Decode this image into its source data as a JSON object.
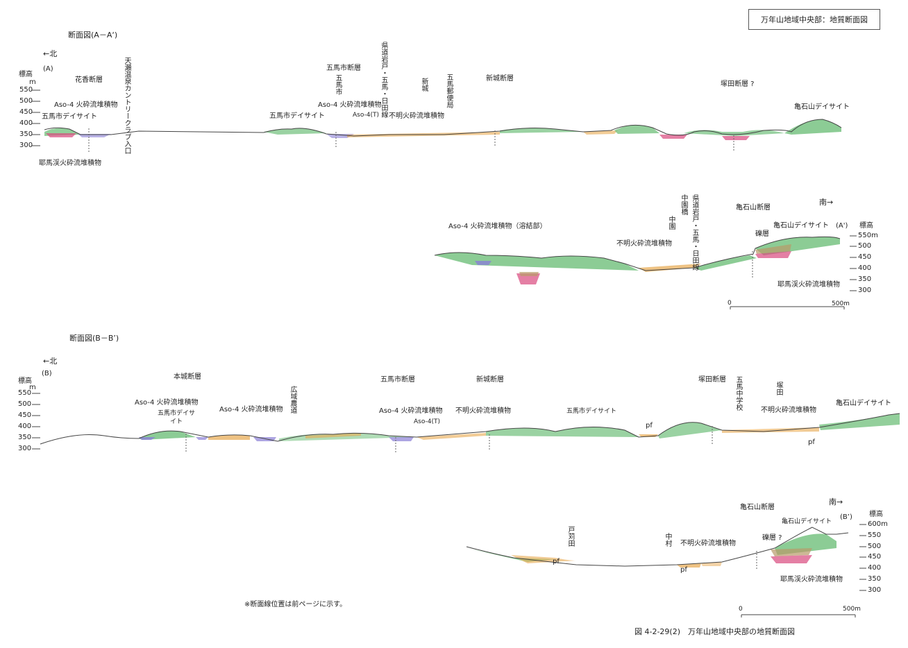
{
  "header": {
    "box_title": "万年山地域中央部：地質断面図"
  },
  "figure": {
    "caption": "図 4-2-29(2)　万年山地域中央部の地質断面図",
    "note": "※断面線位置は前ページに示す。"
  },
  "colors": {
    "dacite": "#6fbf7a",
    "aso4": "#8a7fd6",
    "unknown_pf": "#e7a84f",
    "yabakei": "#d9487e",
    "gravel": "#b89a6a",
    "ground": "#444444"
  },
  "section_a": {
    "title": "断面図(A－A‘)",
    "north": "←北",
    "south": "南→",
    "start_label": "(A)",
    "end_label": "(A')",
    "axis_title": "標高",
    "axis_unit": "m",
    "axis_unit_end": "550m",
    "axis_ticks": [
      "550",
      "500",
      "450",
      "400",
      "350",
      "300"
    ],
    "axis_ticks_right": [
      "500",
      "450",
      "400",
      "350",
      "300"
    ],
    "scale_start": "0",
    "scale_end": "500m",
    "labels": {
      "hanaka_fault": "花香断層",
      "aso4_left": "Aso-4 火砕流堆積物",
      "gomashi_dacite_left": "五馬市デイサイト",
      "yabakei_left": "耶馬渓火砕流堆積物",
      "country_club": "天瀬温泉カントリークラブ入口",
      "gomashi_fault": "五馬市断層",
      "gomashi_v": "五馬市",
      "gomashi_dacite_mid": "五馬市デイサイト",
      "aso4_mid": "Aso-4 火砕流堆積物",
      "aso4_t": "Aso-4(T)",
      "prefroad": "県道岩戸・五馬・日田線",
      "shinjo_v": "新城",
      "unknown_mid": "不明火砕流堆積物",
      "post_office": "五馬郵便局",
      "shinjo_fault": "新城断層",
      "tsukada_fault": "塚田断層 ?",
      "kameishi_dacite_top": "亀石山デイサイト",
      "aso4_welded": "Aso-4 火砕流堆積物（溶結部）",
      "nakazono_bridge": "中園橋",
      "nakazono": "中園",
      "prefroad_2": "県道岩戸・五馬・日田線",
      "unknown_low": "不明火砕流堆積物",
      "kameishi_fault": "亀石山断層",
      "gravel": "礫層",
      "kameishi_dacite_end": "亀石山デイサイト",
      "yabakei_right": "耶馬渓火砕流堆積物"
    }
  },
  "section_b": {
    "title": "断面図(B－B’)",
    "north": "←北",
    "south": "南→",
    "start_label": "(B)",
    "end_label": "(B’)",
    "axis_title": "標高",
    "axis_unit": "m",
    "axis_ticks": [
      "550",
      "500",
      "450",
      "400",
      "350",
      "300"
    ],
    "axis_ticks_right": [
      "600m",
      "550",
      "500",
      "450",
      "400",
      "350",
      "300"
    ],
    "scale_start": "0",
    "scale_end": "500m",
    "labels": {
      "honjo_fault": "本城断層",
      "aso4_left": "Aso-4 火砕流堆積物",
      "gomashi_dacite": "五馬市デイサイト",
      "aso4_2": "Aso-4 火砕流堆積物",
      "hiroki_farm": "広域農道",
      "gomashi_fault": "五馬市断層",
      "aso4_3": "Aso-4 火砕流堆積物",
      "aso4_t": "Aso-4(T)",
      "shinjo_fault": "新城断層",
      "unknown_1": "不明火砕流堆積物",
      "gomashi_dacite_2": "五馬市デイサイト",
      "pf1": "pf",
      "tsukada_fault": "塚田断層",
      "gomajhs": "五馬中学校",
      "tsukada": "塚田",
      "unknown_2": "不明火砕流堆積物",
      "pf2": "pf",
      "kameishi_dacite_top": "亀石山デイサイト",
      "tokarita": "戸苅田",
      "pf3": "pf",
      "nakamura": "中村",
      "unknown_3": "不明火砕流堆積物",
      "pf4": "pf",
      "kameishi_fault": "亀石山断層",
      "kameishi_dacite_end": "亀石山デイサイト",
      "gravel": "礫層 ?",
      "yabakei": "耶馬渓火砕流堆積物"
    }
  }
}
